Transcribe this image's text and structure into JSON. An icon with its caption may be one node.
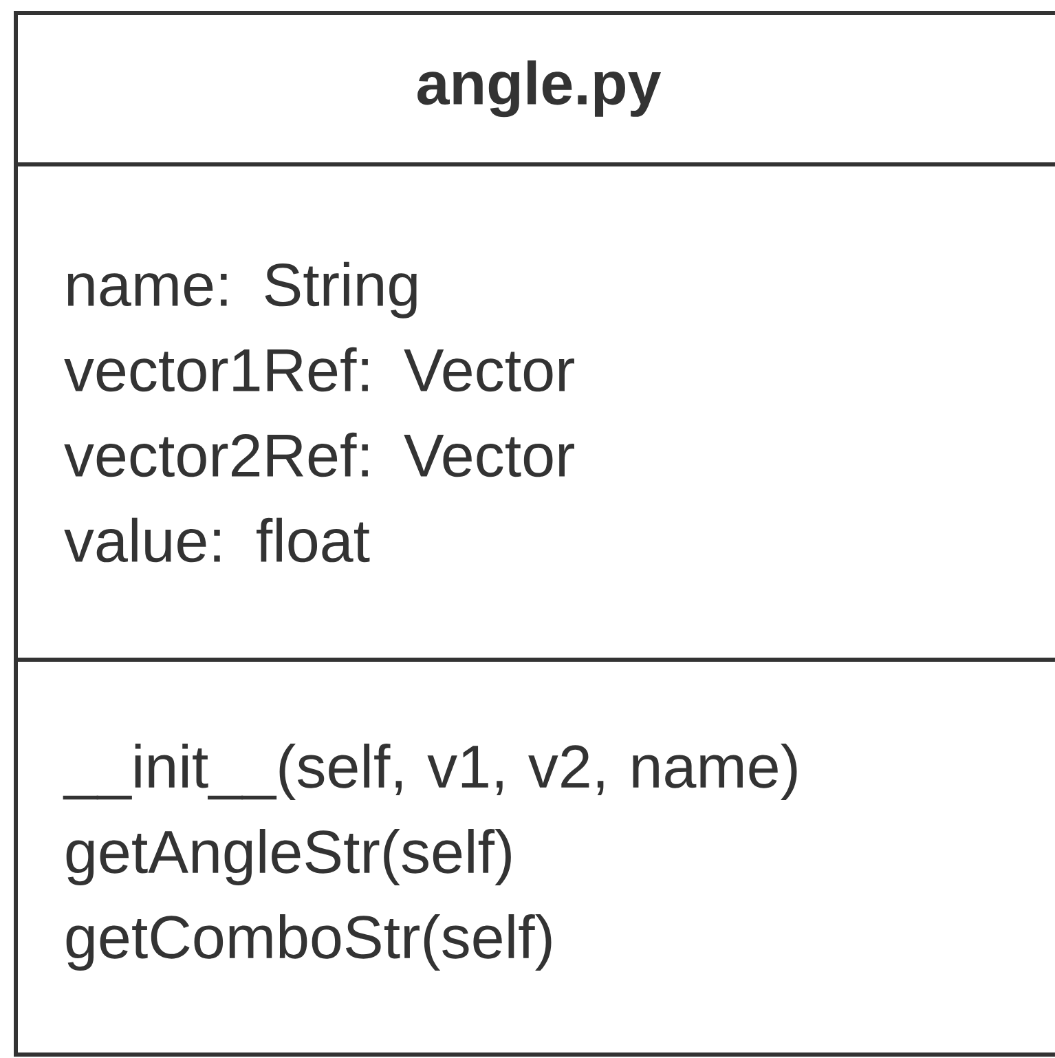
{
  "diagram": {
    "nodes": [
      {
        "text": [
          "angle.py"
        ]
      },
      {
        "text": [
          "name: String",
          "vector1Ref: Vector",
          "vector2Ref: Vector",
          "value: float"
        ]
      },
      {
        "text": [
          "__init__(self, v1, v2, name)",
          "getAngleStr(self)",
          "getComboStr(self)"
        ]
      }
    ]
  }
}
